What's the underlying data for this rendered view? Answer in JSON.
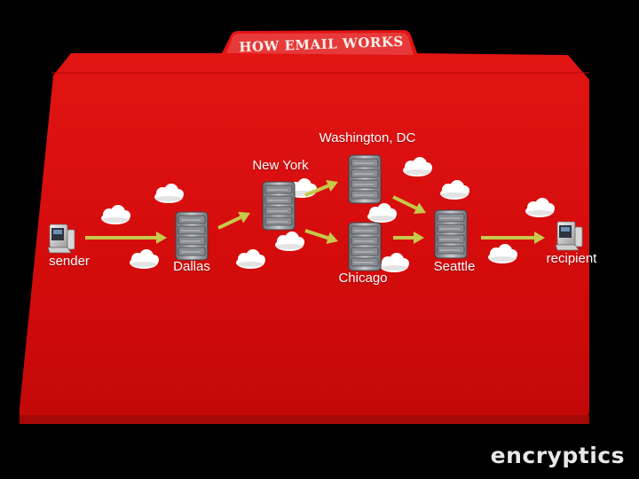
{
  "title": "HOW EMAIL WORKS",
  "brand": "encryptics",
  "colors": {
    "folder": "#dd0f0f",
    "folder_dark": "#b30606",
    "arrow": "#c6c94a",
    "label": "#ffffff",
    "background": "#000000"
  },
  "nodes": [
    {
      "id": "sender",
      "label": "sender",
      "icon": "computer-icon"
    },
    {
      "id": "dallas",
      "label": "Dallas",
      "icon": "server-icon"
    },
    {
      "id": "new-york",
      "label": "New York",
      "icon": "server-icon"
    },
    {
      "id": "washington-dc",
      "label": "Washington, DC",
      "icon": "server-icon"
    },
    {
      "id": "chicago",
      "label": "Chicago",
      "icon": "server-icon"
    },
    {
      "id": "seattle",
      "label": "Seattle",
      "icon": "server-icon"
    },
    {
      "id": "recipient",
      "label": "recipient",
      "icon": "computer-icon"
    }
  ],
  "edges": [
    {
      "from": "sender",
      "to": "dallas"
    },
    {
      "from": "dallas",
      "to": "new-york"
    },
    {
      "from": "new-york",
      "to": "washington-dc"
    },
    {
      "from": "new-york",
      "to": "chicago"
    },
    {
      "from": "washington-dc",
      "to": "seattle"
    },
    {
      "from": "chicago",
      "to": "seattle"
    },
    {
      "from": "seattle",
      "to": "recipient"
    }
  ]
}
